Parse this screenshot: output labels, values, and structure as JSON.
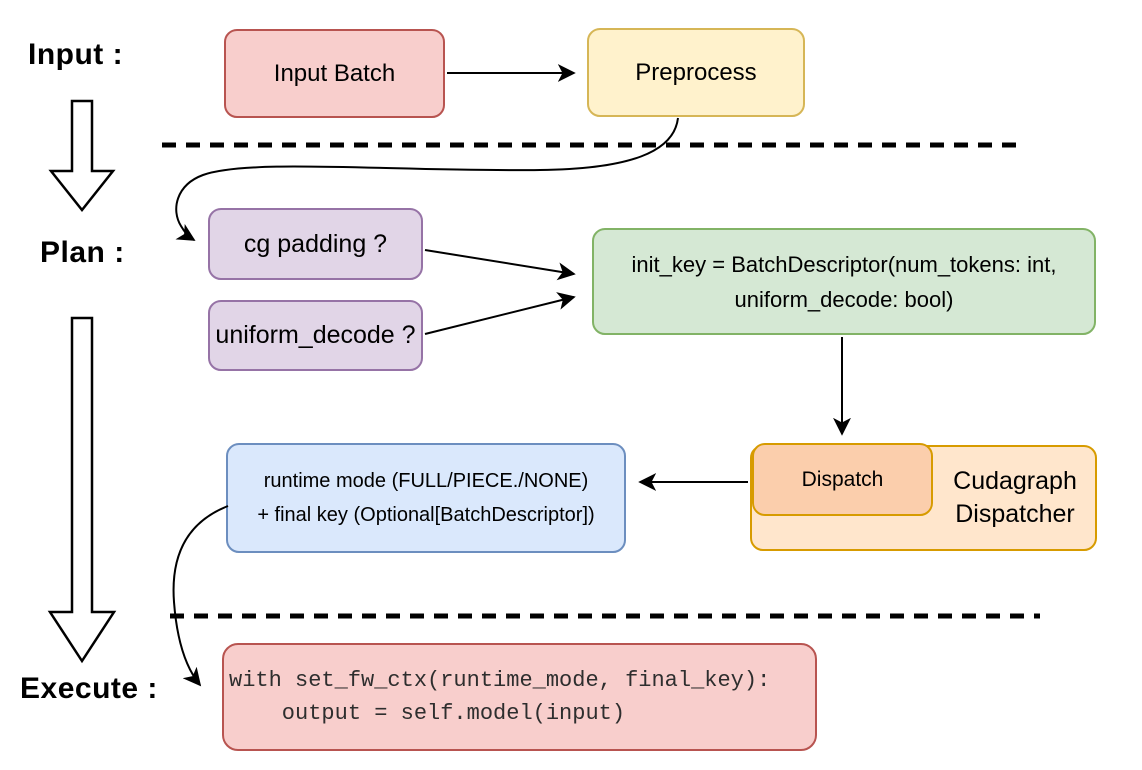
{
  "title": "Cudagraph dispatch pipeline diagram",
  "colors": {
    "red_fill": "#f8cecc",
    "red_stroke": "#b85450",
    "yellow_fill": "#fff2cc",
    "yellow_stroke": "#d6b656",
    "purple_fill": "#e1d5e7",
    "purple_stroke": "#9673a6",
    "green_fill": "#d5e8d4",
    "green_stroke": "#82b366",
    "blue_fill": "#dae8fc",
    "blue_stroke": "#6c8ebf",
    "orange_fill": "#ffe6cc",
    "orange_inner_fill": "#fbceac",
    "orange_stroke": "#d79b00",
    "line_color": "#000000"
  },
  "stages": {
    "input": "Input :",
    "plan": "Plan :",
    "execute": "Execute :"
  },
  "nodes": {
    "input_batch": {
      "label": "Input Batch"
    },
    "preprocess": {
      "label": "Preprocess"
    },
    "cg_padding": {
      "label": "cg padding ?"
    },
    "uniform_decode": {
      "label": "uniform_decode ?"
    },
    "init_key": {
      "line1": "init_key = BatchDescriptor(num_tokens: int,",
      "line2": "uniform_decode: bool)"
    },
    "dispatch": {
      "label": "Dispatch"
    },
    "cudagraph_dispatcher": {
      "line1": "Cudagraph",
      "line2": "Dispatcher"
    },
    "runtime_mode": {
      "line1": "runtime mode (FULL/PIECE./NONE)",
      "line2": "+ final key (Optional[BatchDescriptor])"
    },
    "execute_code": {
      "line1": "with set_fw_ctx(runtime_mode, final_key):",
      "line2": "    output = self.model(input)"
    }
  }
}
